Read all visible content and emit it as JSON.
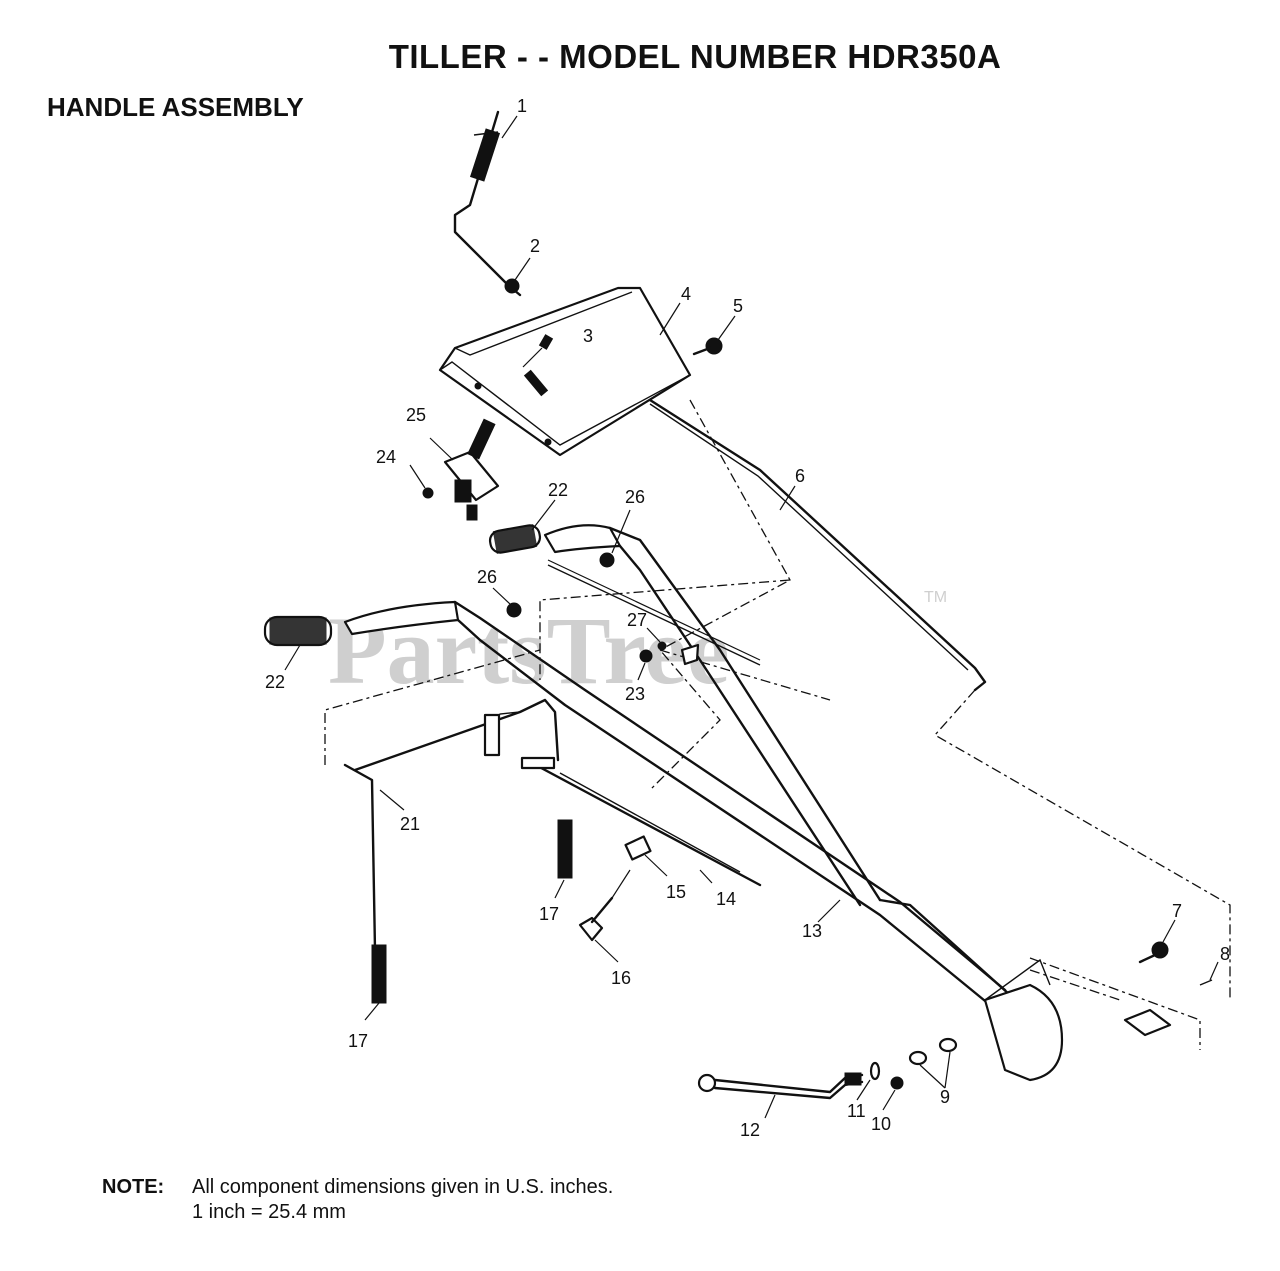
{
  "header": {
    "title": "TILLER - - MODEL NUMBER HDR350A",
    "subtitle": "HANDLE ASSEMBLY"
  },
  "note": {
    "label": "NOTE:",
    "line1": "All component dimensions given in U.S. inches.",
    "line2": "1 inch = 25.4 mm"
  },
  "watermark": {
    "text": "PartsTree",
    "tm": "TM"
  },
  "callouts": [
    {
      "id": "1",
      "label": "1"
    },
    {
      "id": "2",
      "label": "2"
    },
    {
      "id": "3",
      "label": "3"
    },
    {
      "id": "4",
      "label": "4"
    },
    {
      "id": "5",
      "label": "5"
    },
    {
      "id": "6",
      "label": "6"
    },
    {
      "id": "7",
      "label": "7"
    },
    {
      "id": "8",
      "label": "8"
    },
    {
      "id": "9",
      "label": "9"
    },
    {
      "id": "10",
      "label": "10"
    },
    {
      "id": "11",
      "label": "11"
    },
    {
      "id": "12",
      "label": "12"
    },
    {
      "id": "13",
      "label": "13"
    },
    {
      "id": "14",
      "label": "14"
    },
    {
      "id": "15",
      "label": "15"
    },
    {
      "id": "16",
      "label": "16"
    },
    {
      "id": "17a",
      "label": "17"
    },
    {
      "id": "17b",
      "label": "17"
    },
    {
      "id": "21",
      "label": "21"
    },
    {
      "id": "22a",
      "label": "22"
    },
    {
      "id": "22b",
      "label": "22"
    },
    {
      "id": "23",
      "label": "23"
    },
    {
      "id": "24",
      "label": "24"
    },
    {
      "id": "25",
      "label": "25"
    },
    {
      "id": "26a",
      "label": "26"
    },
    {
      "id": "26b",
      "label": "26"
    },
    {
      "id": "27",
      "label": "27"
    }
  ]
}
